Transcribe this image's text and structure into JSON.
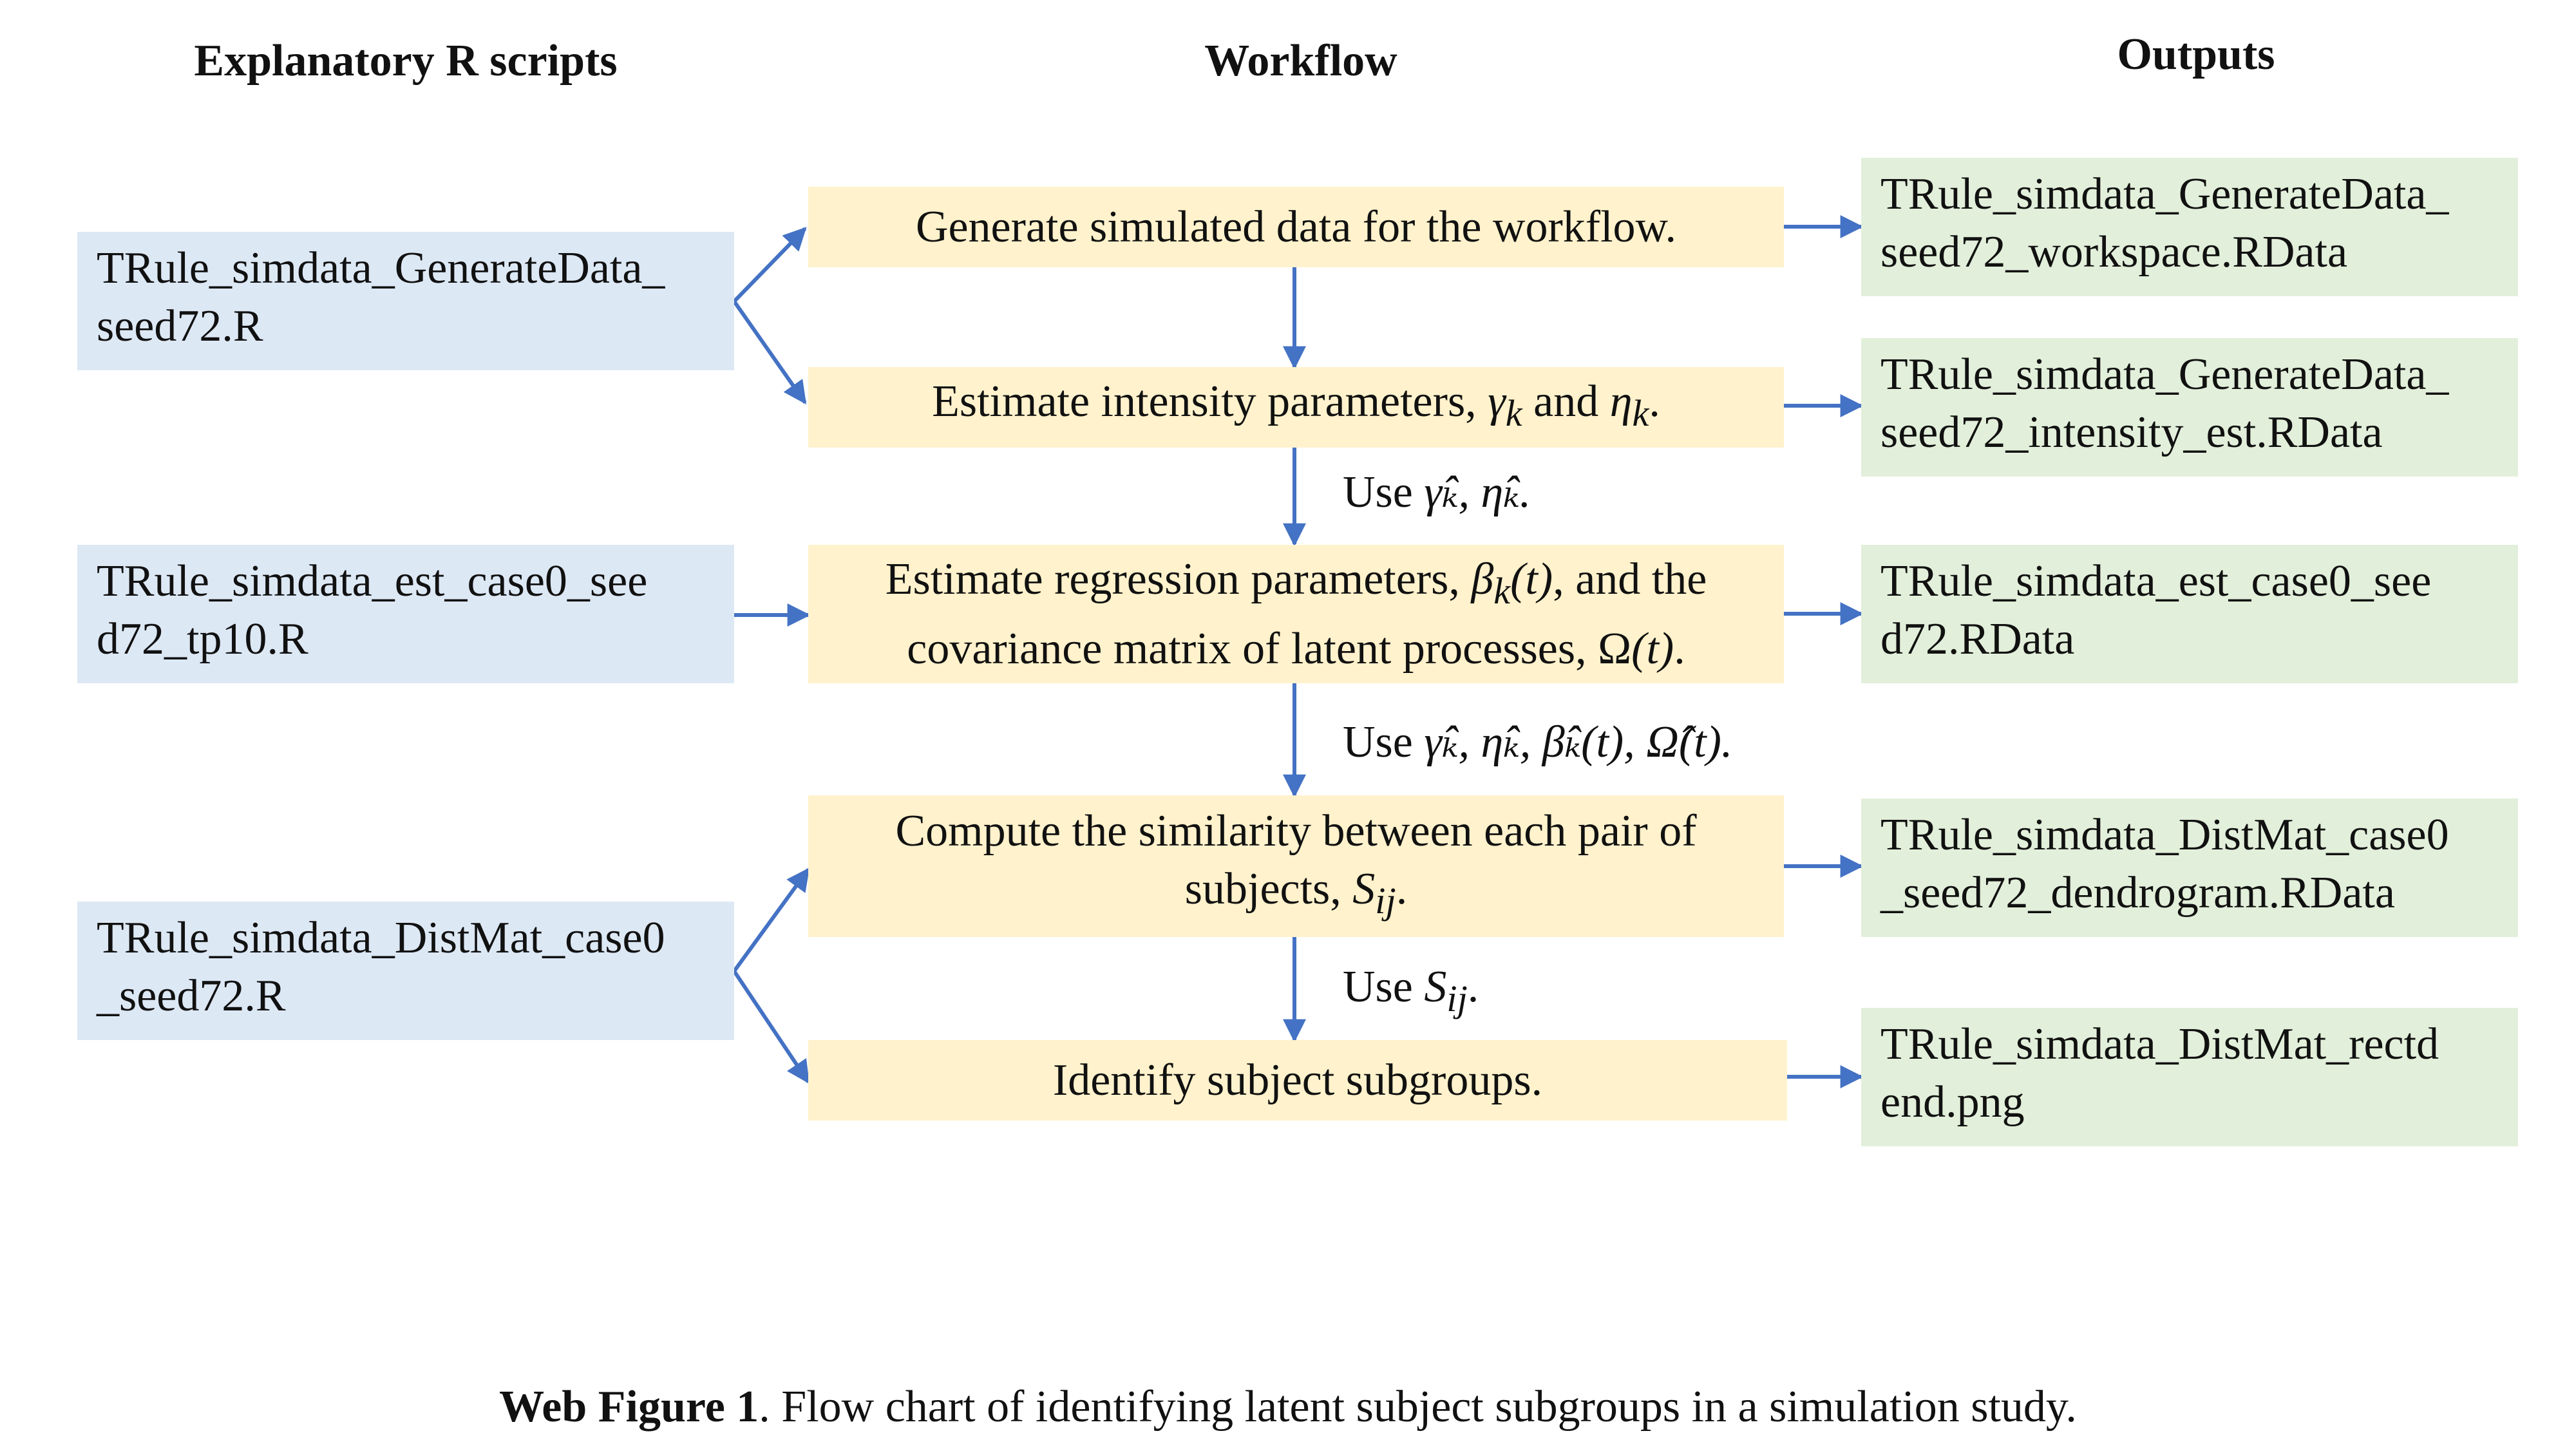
{
  "headers": {
    "scripts": "Explanatory R scripts",
    "workflow": "Workflow",
    "outputs": "Outputs"
  },
  "scripts": [
    {
      "line1": "TRule_simdata_GenerateData_",
      "line2": "seed72.R"
    },
    {
      "line1": "TRule_simdata_est_case0_see",
      "line2": "d72_tp10.R"
    },
    {
      "line1": "TRule_simdata_DistMat_case0",
      "line2": "_seed72.R"
    }
  ],
  "steps": [
    {
      "text": "Generate simulated data for the workflow."
    },
    {
      "text_pre": "Estimate intensity parameters, ",
      "sym1": "γ",
      "sub1": "k",
      "mid": " and ",
      "sym2": "η",
      "sub2": "k",
      "end": "."
    },
    {
      "line1_pre": "Estimate regression parameters, ",
      "sym1": "β",
      "sub1": "k",
      "arg1": "(t)",
      "line1_post": ", and the",
      "line2_pre": "covariance matrix of latent processes, ",
      "sym2": "Ω",
      "arg2": "(t)",
      "line2_post": "."
    },
    {
      "line1": "Compute the similarity between each pair of",
      "line2_pre": "subjects, ",
      "sym": "S",
      "sub": "ij",
      "end": "."
    },
    {
      "text": "Identify subject subgroups."
    }
  ],
  "outputs": [
    {
      "line1": "TRule_simdata_GenerateData_",
      "line2": "seed72_workspace.RData"
    },
    {
      "line1": "TRule_simdata_GenerateData_",
      "line2": "seed72_intensity_est.RData"
    },
    {
      "line1": "TRule_simdata_est_case0_see",
      "line2": "d72.RData"
    },
    {
      "line1": "TRule_simdata_DistMat_case0",
      "line2": "_seed72_dendrogram.RData"
    },
    {
      "line1": "TRule_simdata_DistMat_rectd",
      "line2": "end.png"
    }
  ],
  "edge_labels": {
    "use_prefix": "Use ",
    "label1": "γ̂ₖ, η̂ₖ.",
    "label2": "γ̂ₖ, η̂ₖ, β̂ₖ(t), Ω̂(t).",
    "label3_sym": "S",
    "label3_sub": "ij",
    "label3_end": "."
  },
  "caption": {
    "bold": "Web Figure 1",
    "rest": ". Flow chart of identifying latent subject subgroups in a simulation study."
  },
  "colors": {
    "script_fill": "#dde8f5",
    "step_fill": "#fff2cc",
    "output_fill": "#e2efda",
    "arrow": "#4472c4"
  }
}
